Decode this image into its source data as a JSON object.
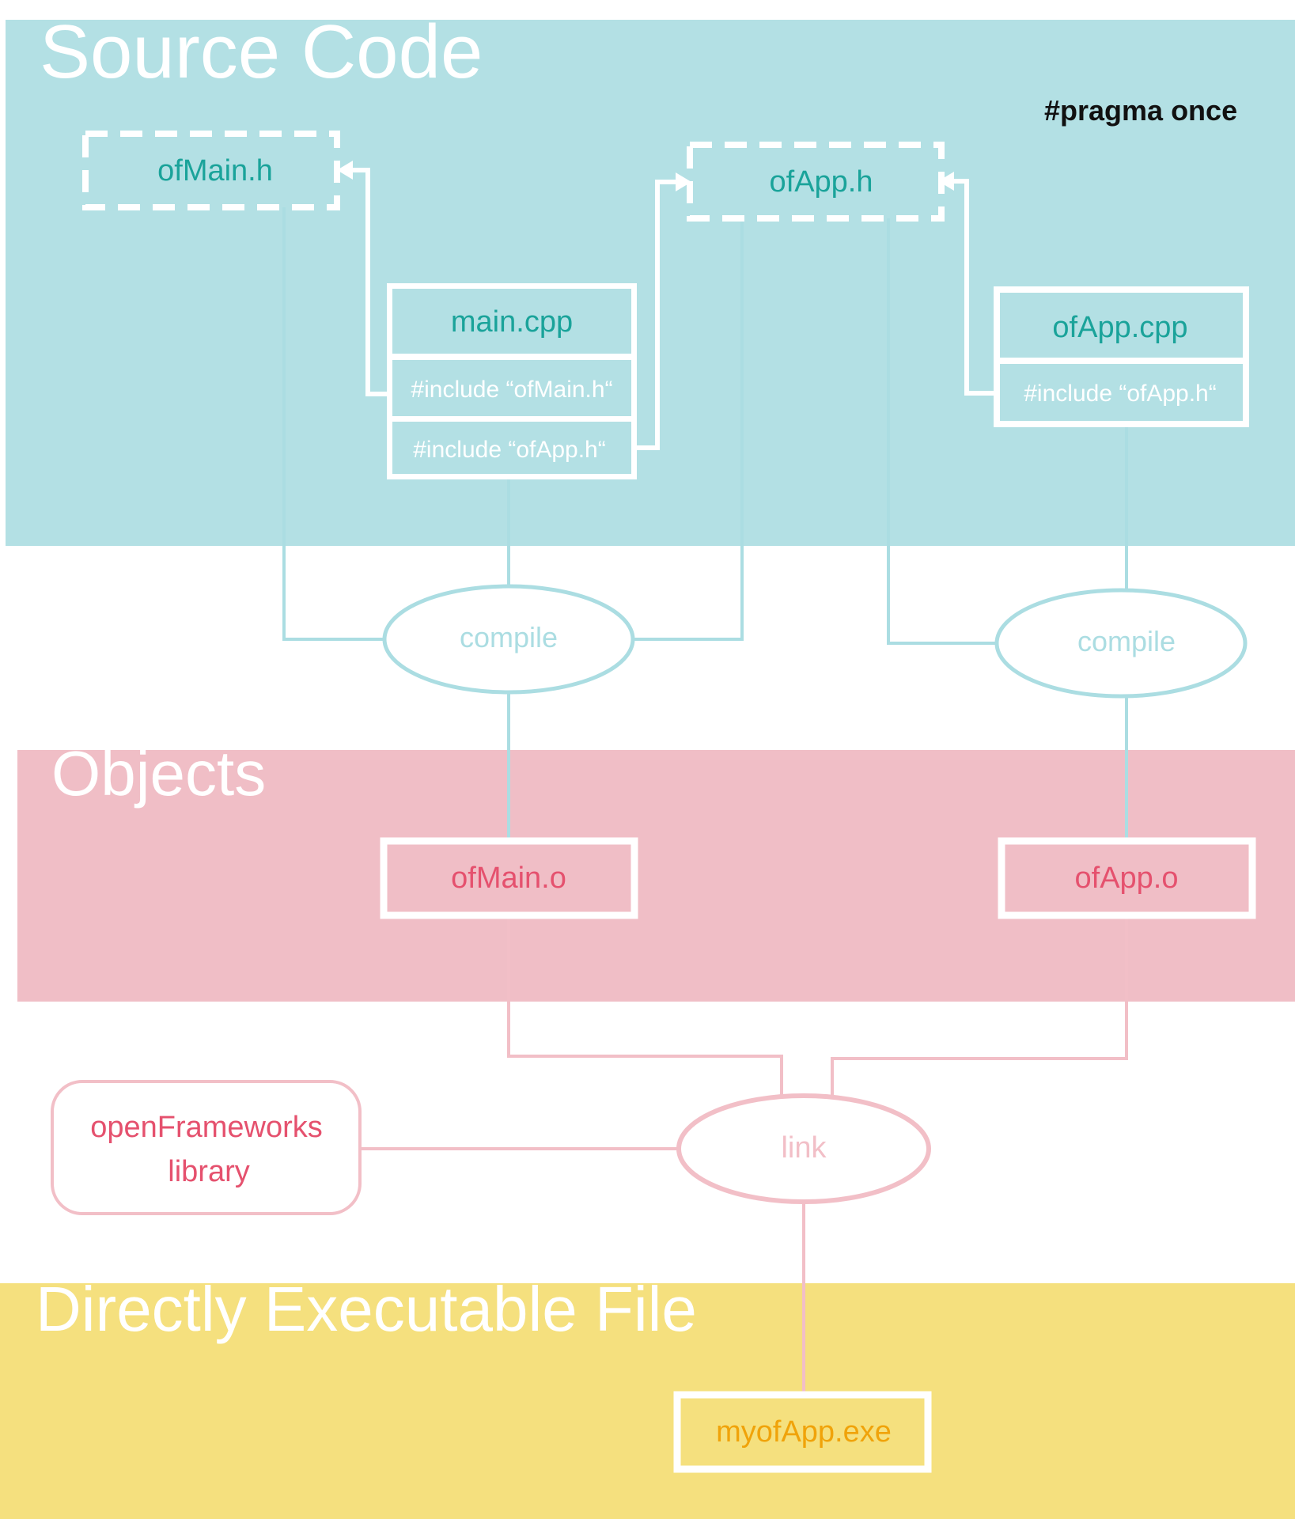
{
  "sections": {
    "source": {
      "title": "Source Code",
      "note": "#pragma once",
      "color": "#b3e0e4"
    },
    "objects": {
      "title": "Objects",
      "color": "#f0bec6"
    },
    "executable": {
      "title": "Directly Executable File",
      "color": "#f5e07e"
    }
  },
  "headers": {
    "ofmain_h": "ofMain.h",
    "ofapp_h": "ofApp.h"
  },
  "sources": {
    "main_cpp": {
      "name": "main.cpp",
      "includes": [
        "#include “ofMain.h“",
        "#include “ofApp.h“"
      ]
    },
    "ofapp_cpp": {
      "name": "ofApp.cpp",
      "includes": [
        "#include “ofApp.h“"
      ]
    }
  },
  "steps": {
    "compile": "compile",
    "link": "link"
  },
  "objects": {
    "ofmain_o": "ofMain.o",
    "ofapp_o": "ofApp.o"
  },
  "library": {
    "line1": "openFrameworks",
    "line2": "library"
  },
  "executable_name": "myofApp.exe",
  "colors": {
    "teal_text": "#1aa39a",
    "pink_text": "#e5516e",
    "yellow_text": "#f0a30a",
    "line_blue": "#abdde2",
    "line_pink": "#f2bfc7",
    "white": "#ffffff",
    "black": "#111111"
  }
}
